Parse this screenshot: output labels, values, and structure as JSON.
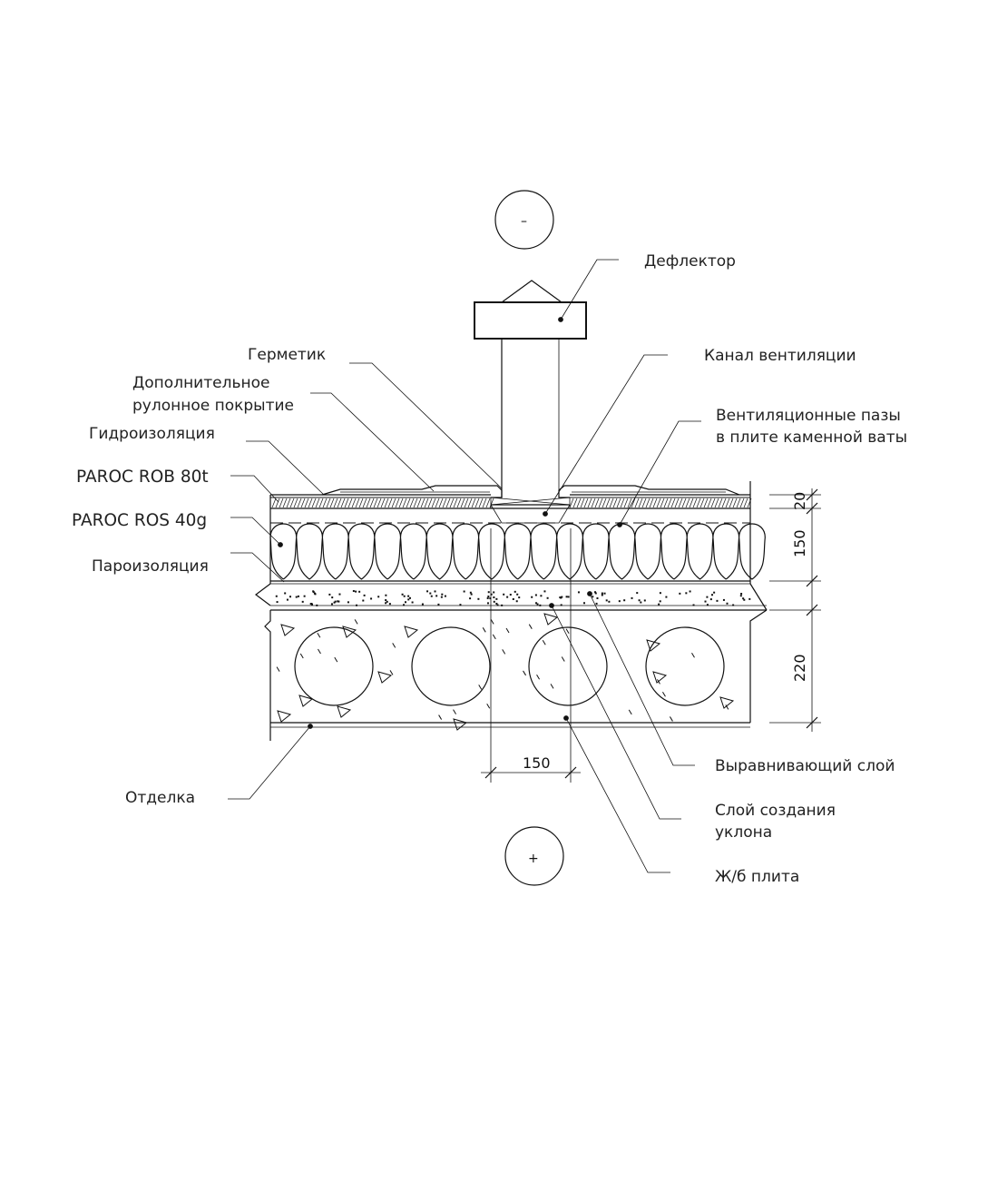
{
  "symbols": {
    "top": "–",
    "bottom": "+"
  },
  "labels": {
    "deflector": "Дефлектор",
    "sealant": "Герметик",
    "vent_channel": "Канал вентиляции",
    "extra_roll_1": "Дополнительное",
    "extra_roll_2": "рулонное покрытие",
    "vent_grooves_1": "Вентиляционные пазы",
    "vent_grooves_2": "в плите каменной ваты",
    "waterproofing": "Гидроизоляция",
    "paroc_rob": "PAROC ROB 80t",
    "paroc_ros": "PAROC ROS 40g",
    "vapor_barrier": "Пароизоляция",
    "leveling_layer": "Выравнивающий слой",
    "slope_layer_1": "Слой создания",
    "slope_layer_2": "уклона",
    "finish": "Отделка",
    "rc_slab": "Ж/б плита"
  },
  "dimensions": {
    "top_layer": "20",
    "insulation": "150",
    "slab": "220",
    "channel_width": "150"
  }
}
